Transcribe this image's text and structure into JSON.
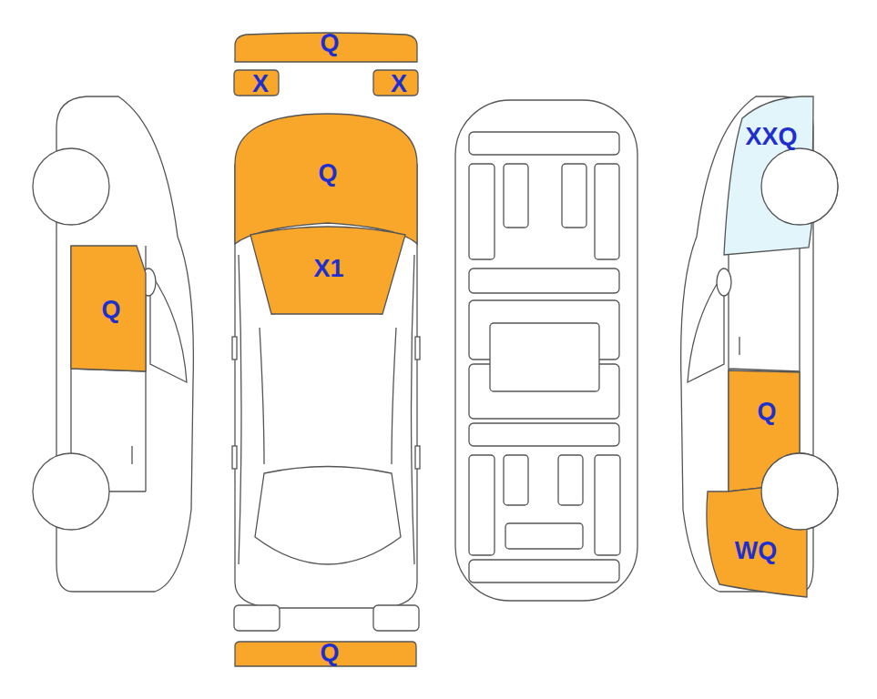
{
  "diagram": {
    "nodes": [
      {
        "text": [
          "Q"
        ]
      },
      {
        "text": [
          "X"
        ]
      },
      {
        "text": [
          "X"
        ]
      },
      {
        "text": [
          "XXQ"
        ]
      },
      {
        "text": [
          "Q"
        ]
      },
      {
        "text": [
          "X1"
        ]
      },
      {
        "text": [
          "Q"
        ]
      },
      {
        "text": [
          "Q"
        ]
      },
      {
        "text": [
          "WQ"
        ]
      },
      {
        "text": [
          "Q"
        ]
      }
    ]
  }
}
